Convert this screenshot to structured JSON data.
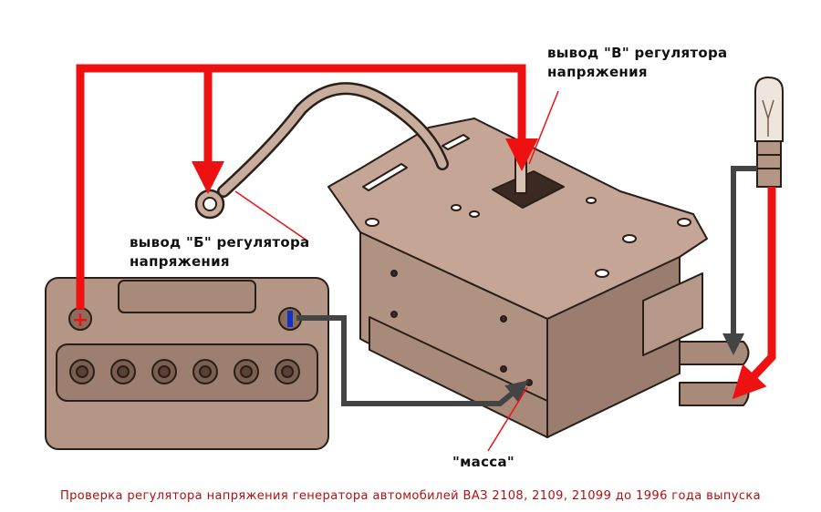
{
  "labels": {
    "terminal_b": [
      "вывод \"Б\" регулятора",
      "напряжения"
    ],
    "terminal_v": [
      "вывод \"В\" регулятора",
      "напряжения"
    ],
    "ground": "\"масса\""
  },
  "battery": {
    "plus": "+",
    "minus": "-"
  },
  "caption": "Проверка регулятора напряжения генератора автомобилей ВАЗ 2108, 2109, 21099 до 1996 года выпуска",
  "colors": {
    "wire_red": "#ee1111",
    "wire_gray": "#444444",
    "body": "#b09283",
    "caption": "#b01010"
  }
}
